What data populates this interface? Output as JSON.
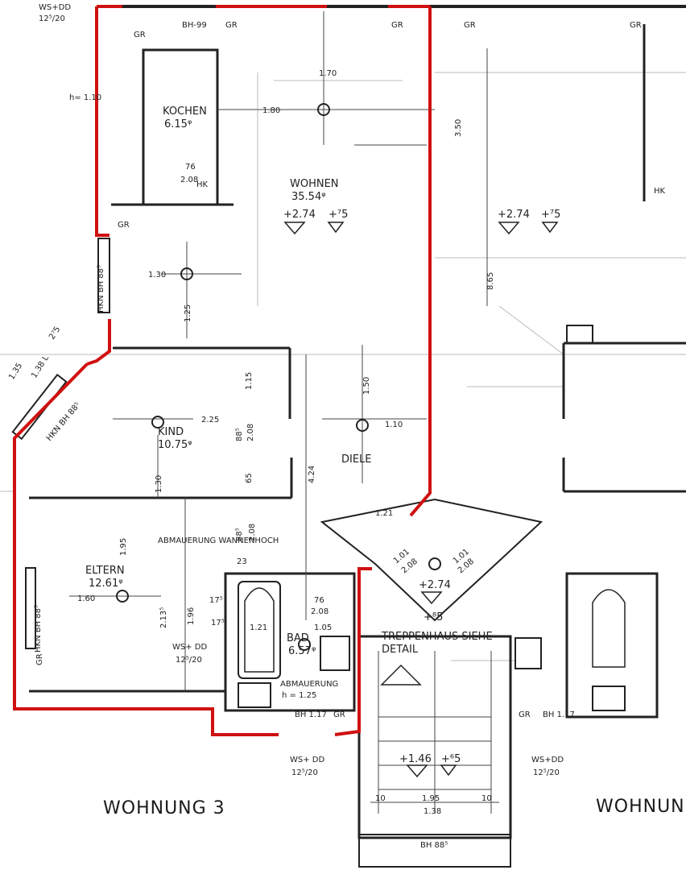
{
  "header": {
    "ws_dd_tl": "WS+DD",
    "ws_dd_tl_size": "12⁵/20"
  },
  "rooms": {
    "kitchen": {
      "name": "KOCHEN",
      "area": "6.15ᵠ"
    },
    "living": {
      "name": "WOHNEN",
      "area": "35.54ᵠ",
      "level": "+2.74",
      "level2": "+⁷5"
    },
    "child": {
      "name": "KIND",
      "area": "10.75ᵠ"
    },
    "hall": {
      "name": "DIELE"
    },
    "parents": {
      "name": "ELTERN",
      "area": "12.61ᵠ"
    },
    "bath": {
      "name": "BAD",
      "area": "6.57ᵠ"
    },
    "stairs": {
      "line1": "TREPPENHAUS SIEHE",
      "line2": "DETAIL",
      "level": "+1.46",
      "level2": "+⁶5"
    },
    "landing": {
      "level": "+2.74",
      "level2": "+⁸5"
    }
  },
  "apartments": {
    "left": "WOHNUNG 3",
    "right": "WOHNUN"
  },
  "labels": {
    "gr": "GR",
    "bh99": "BH-99",
    "hk": "HK",
    "h110": "h= 1.10",
    "hkn_bh885": "HKN BH 88⁵",
    "abm_wanne": "ABMAUERUNG WANNENHOCH",
    "abm_h": "ABMAUERUNG",
    "abm_h2": "h = 1.25",
    "bh117": "BH 1.17",
    "bh885": "BH 88⁵",
    "ws_dd": "WS+ DD",
    "ws_dd_size": "12⁵/20",
    "ws_dd2": "WS+DD",
    "right_level": "+2.74",
    "right_level2": "+⁷5"
  },
  "dims": {
    "d170": "1.70",
    "d180": "1.80",
    "d350": "3.50",
    "d130": "1.30",
    "d125": "1.25",
    "d225": "2.25",
    "d150": "1.50",
    "d110": "1.10",
    "d424": "4.24",
    "d865": "8.65",
    "d121": "1.21",
    "d160": "1.60",
    "d213": "2.13⁵",
    "d196": "1.96",
    "d105": "1.05",
    "d195": "1.95",
    "d138": "1.38",
    "d101": "1.01",
    "d208": "2.08",
    "d76": "76",
    "d135": "1.35",
    "d138l": "1.38 L",
    "d275": "2⁷5",
    "d115": "1.15",
    "d885": "88⁵",
    "d65": "65",
    "d10": "10",
    "d23": "23",
    "d175": "17⁵",
    "d130b": "1.30",
    "d195b": "1.95"
  }
}
